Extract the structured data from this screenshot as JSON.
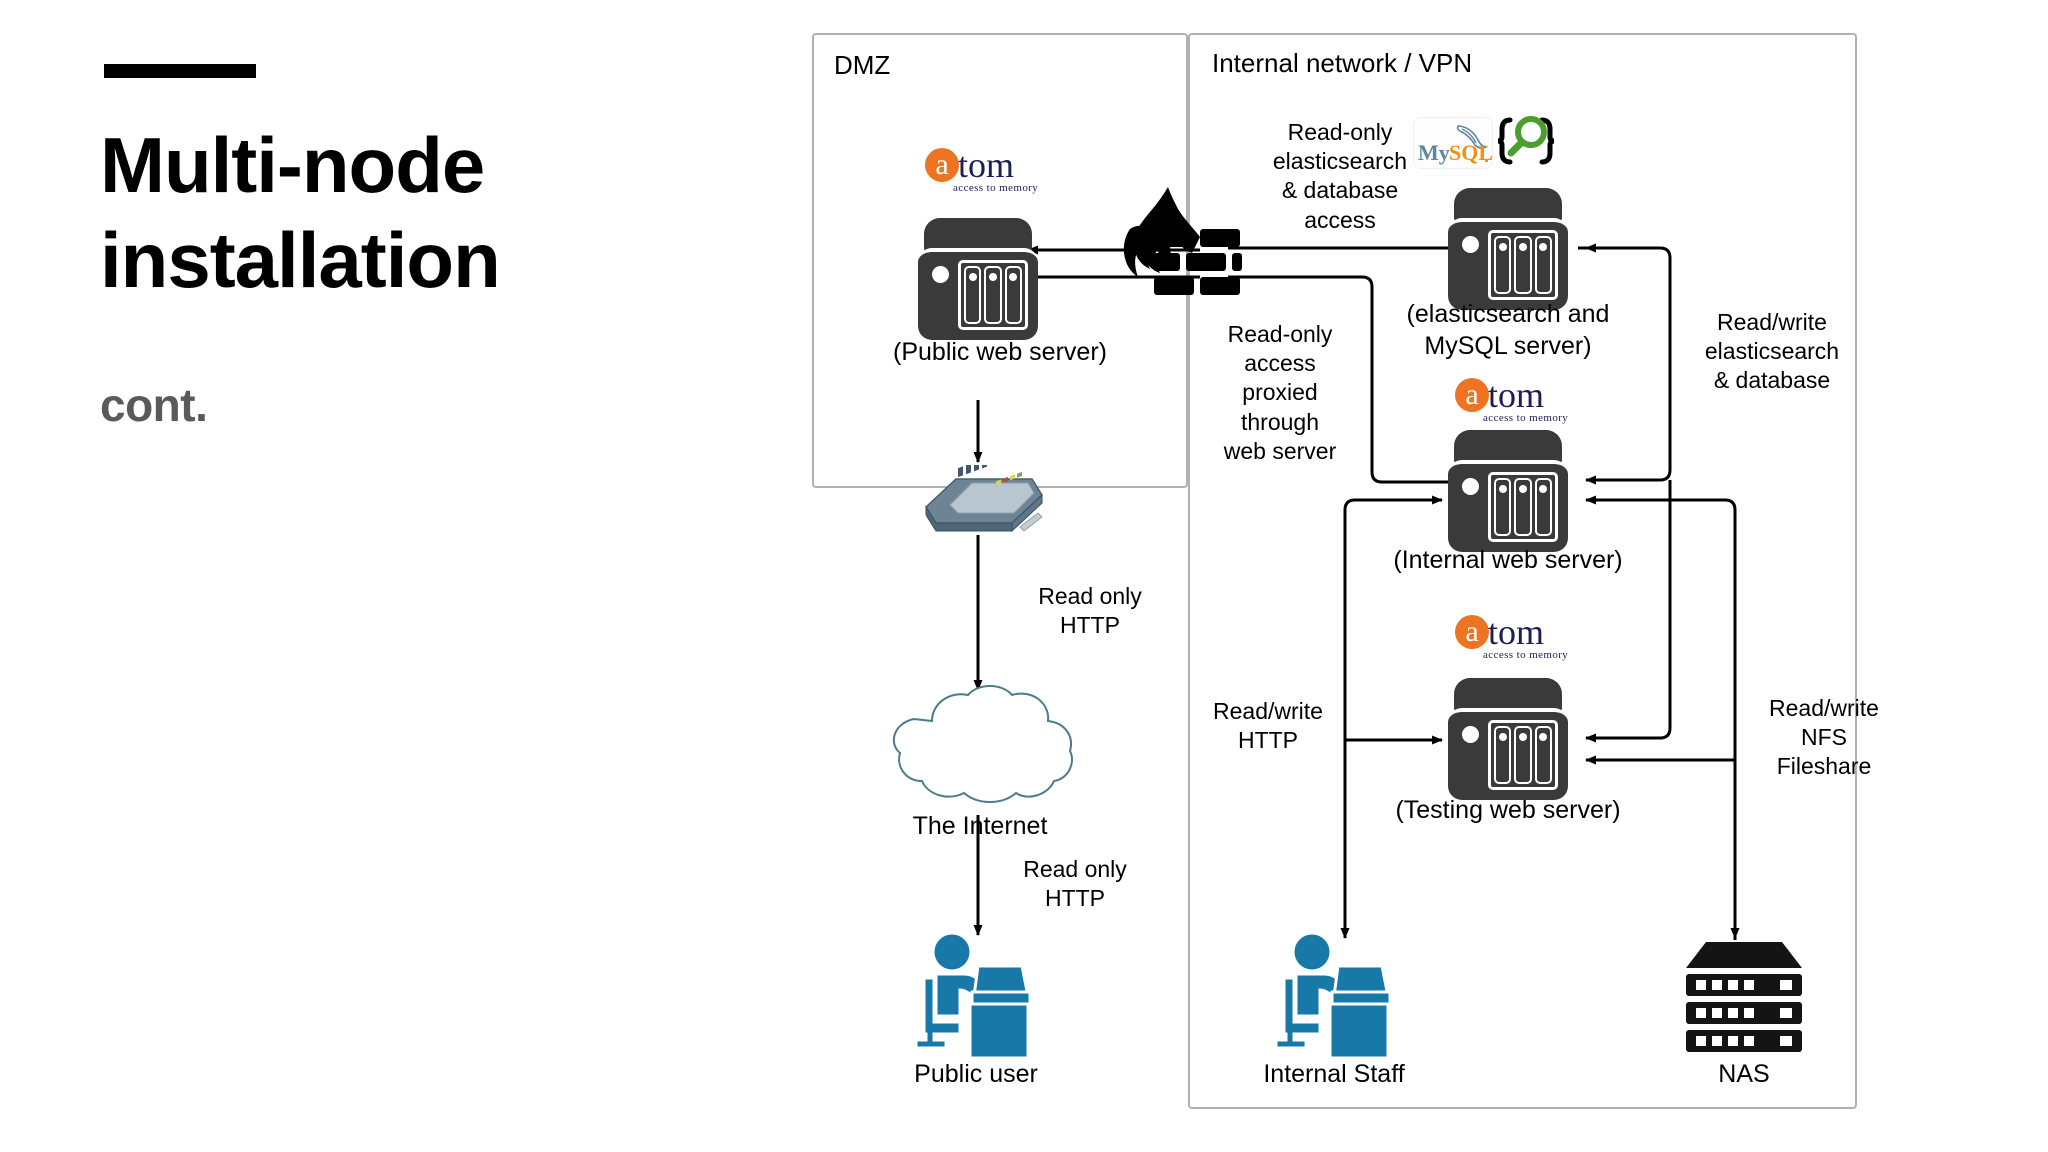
{
  "slide": {
    "title": "Multi-node installation",
    "subtitle": "cont."
  },
  "zones": [
    {
      "id": "dmz",
      "label": "DMZ"
    },
    {
      "id": "internal",
      "label": "Internal network / VPN"
    }
  ],
  "nodes": {
    "public_web_server": {
      "caption": "(Public web server)",
      "logo": "atom-logo",
      "icon": "server-icon"
    },
    "es_mysql_server": {
      "caption_line1": "(elasticsearch and",
      "caption_line2": "MySQL server)",
      "icon": "server-icon"
    },
    "internal_web_server": {
      "caption": "(Internal web server)",
      "logo": "atom-logo",
      "icon": "server-icon"
    },
    "testing_web_server": {
      "caption": "(Testing web server)",
      "logo": "atom-logo",
      "icon": "server-icon"
    },
    "internet": {
      "caption": "The Internet",
      "icon": "cloud-icon"
    },
    "public_user": {
      "caption": "Public user",
      "icon": "user-at-desk-icon"
    },
    "internal_staff": {
      "caption": "Internal Staff",
      "icon": "user-at-desk-icon"
    },
    "nas": {
      "caption": "NAS",
      "icon": "nas-rack-icon"
    },
    "router": {
      "caption": "",
      "icon": "router-icon"
    },
    "firewall": {
      "caption": "",
      "icon": "firewall-icon"
    }
  },
  "logos": {
    "atom": {
      "mark": "a",
      "word": "tom",
      "tagline": "access to memory"
    },
    "mysql": {
      "my": "My",
      "sql": "SQL"
    },
    "elasticsearch": {
      "name": "elasticsearch-icon"
    }
  },
  "edge_labels": {
    "read_only_es_db": "Read-only\nelasticsearch\n& database\naccess",
    "read_only_proxied": "Read-only\naccess\nproxied\nthrough\nweb server",
    "read_write_es_db": "Read/write\nelasticsearch\n& database",
    "read_only_http_top": "Read only\nHTTP",
    "read_only_http_bottom": "Read only\nHTTP",
    "read_write_http": "Read/write\nHTTP",
    "read_write_nfs": "Read/write\nNFS\nFileshare"
  },
  "colors": {
    "atom_orange": "#ED7423",
    "atom_navy": "#1D1E55",
    "user_blue": "#1878A8",
    "cloud_outline": "#4A7C8C",
    "zone_border": "#AEB0B2",
    "server_dark": "#3A3A3A",
    "mysql_blue": "#5D87A1",
    "mysql_orange": "#F29111",
    "elastic_green": "#4C9E2E"
  }
}
